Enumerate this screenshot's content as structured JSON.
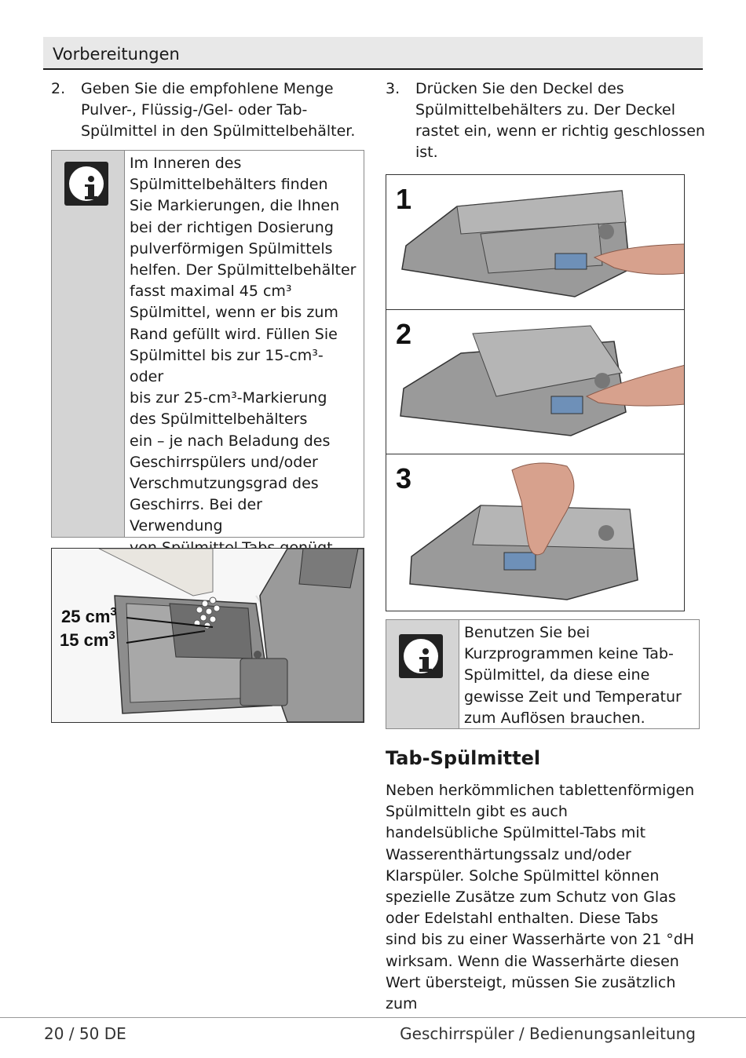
{
  "header": {
    "section_title": "Vorbereitungen"
  },
  "step2": {
    "number": "2.",
    "text": "Geben Sie die empfohlene Menge\nPulver-, Flüssig-/Gel- oder Tab-\nSpülmittel in den Spülmittelbehälter."
  },
  "info_left": {
    "text": "Im Inneren des\nSpülmittelbehälters finden\nSie Markierungen, die Ihnen\nbei der richtigen Dosierung\npulverförmigen Spülmittels\nhelfen. Der Spülmittelbehälter\nfasst maximal 45 cm³\nSpülmittel, wenn er bis zum\nRand gefüllt wird. Füllen Sie\nSpülmittel bis zur 15-cm³- oder\nbis zur 25-cm³-Markierung\ndes Spülmittelbehälters\nein – je nach Beladung des\nGeschirrspülers und/oder\nVerschmutzungsgrad des\nGeschirrs. Bei der Verwendung\nvon Spülmittel-Tabs genügt\neine Tablette."
  },
  "dosage_figure": {
    "label_25": "25 cm",
    "label_15": "15 cm",
    "superscript": "3"
  },
  "step3": {
    "number": "3.",
    "text": "Drücken Sie den Deckel des\nSpülmittelbehälters zu. Der Deckel\nrastet ein, wenn er richtig geschlossen\nist."
  },
  "closing_figure": {
    "panel_numbers": [
      "1",
      "2",
      "3"
    ]
  },
  "info_right": {
    "text": "Benutzen Sie bei\nKurzprogrammen keine Tab-\nSpülmittel, da diese eine\ngewisse Zeit und Temperatur\nzum Auflösen brauchen."
  },
  "tab_section": {
    "title": "Tab-Spülmittel",
    "paragraph": "Neben herkömmlichen tablettenförmigen\nSpülmitteln gibt es auch\nhandelsübliche Spülmittel-Tabs mit\nWasserenthärtungssalz und/oder\nKlarspüler.  Solche Spülmittel können\nspezielle Zusätze zum Schutz von Glas\noder Edelstahl enthalten.  Diese Tabs\nsind bis zu einer Wasserhärte von 21 °dH\nwirksam.  Wenn die Wasserhärte diesen\nWert übersteigt, müssen Sie zusätzlich zum"
  },
  "footer": {
    "page": "20 / 50 DE",
    "doc_title": "Geschirrspüler / Bedienungsanleitung"
  },
  "icons": {
    "info": "info-icon"
  }
}
